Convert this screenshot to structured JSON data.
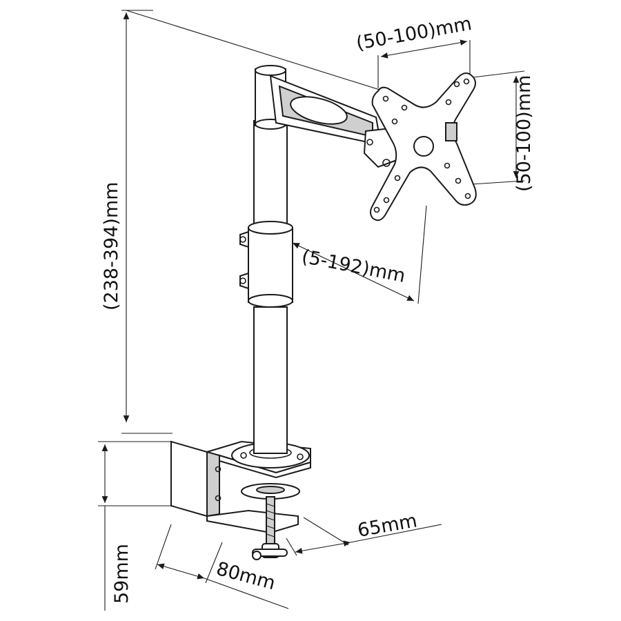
{
  "dimensions": {
    "total_height": "(238-394)mm",
    "vesa_horizontal": "(50-100)mm",
    "vesa_vertical": "(50-100)mm",
    "arm_reach": "(5-192)mm",
    "clamp_width": "65mm",
    "clamp_depth": "80mm",
    "clamp_height": "59mm"
  },
  "colors": {
    "line": "#1a1a1a",
    "background": "#ffffff",
    "part_fill": "#f4f4f4",
    "shade_fill": "#cfcfcf"
  }
}
